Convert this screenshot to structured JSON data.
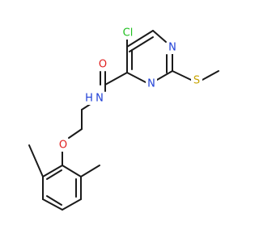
{
  "atoms": {
    "cl": {
      "text": "Cl",
      "color": "#1fbf1f"
    },
    "n_ring_top": {
      "text": "N",
      "color": "#1f3fd6"
    },
    "n_ring_bottom": {
      "text": "N",
      "color": "#1f3fd6"
    },
    "s": {
      "text": "S",
      "color": "#c7a300"
    },
    "o_carbonyl": {
      "text": "O",
      "color": "#e02020"
    },
    "nh": {
      "text": "N",
      "color": "#1f3fd6"
    },
    "h": {
      "text": "H",
      "color": "#1f3fd6"
    },
    "o_ether": {
      "text": "O",
      "color": "#e02020"
    }
  }
}
